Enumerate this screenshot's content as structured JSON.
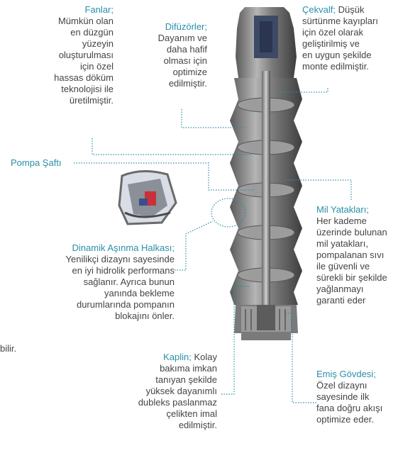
{
  "labels": {
    "fanlar": {
      "title": "Fanlar;",
      "lines": [
        "Mümkün olan",
        "en düzgün",
        "yüzeyin",
        "oluşturulması",
        "için özel",
        "hassas döküm",
        "teknolojisi ile",
        "üretilmiştir."
      ]
    },
    "difuzorler": {
      "title": "Difüzörler;",
      "lines": [
        "Dayanım ve",
        "daha hafif",
        "olması için",
        "optimize",
        "edilmiştir."
      ]
    },
    "cekvalf": {
      "title": "Çekvalf;",
      "lines": [
        "Düşük",
        "sürtünme kayıpları",
        "için özel olarak",
        "geliştirilmiş ve",
        "en uygun şekilde",
        "monte edilmiştir."
      ]
    },
    "pompa_safti": {
      "title": "Pompa Şaftı"
    },
    "mil_yataklari": {
      "title": "Mil Yatakları;",
      "lines": [
        "Her kademe",
        "üzerinde bulunan",
        "mil yatakları,",
        "pompalanan sıvı",
        "ile güvenli ve",
        "sürekli bir şekilde",
        "yağlanmayı",
        "garanti eder"
      ]
    },
    "dinamik": {
      "title": "Dinamik Aşınma Halkası;",
      "lines": [
        "Yenilikçi dizaynı sayesinde",
        "en iyi hidrolik performans",
        "sağlanır. Ayrıca bunun",
        "yanında bekleme",
        "durumlarında pompanın",
        "blokajını önler."
      ]
    },
    "kaplin": {
      "title": "Kaplin;",
      "lines": [
        "Kolay",
        "bakıma imkan",
        "tanıyan şekilde",
        "yüksek dayanımlı",
        "dubleks paslanmaz",
        "çelikten imal",
        "edilmiştir."
      ]
    },
    "emis": {
      "title": "Emiş Gövdesi;",
      "lines": [
        "Özel dizaynı",
        "sayesinde ilk",
        "fana doğru akışı",
        "optimize eder."
      ]
    }
  },
  "fragment": "bilir.",
  "colors": {
    "accent": "#2a8fa8",
    "leader": "#2a8fa8",
    "text": "#444444"
  }
}
